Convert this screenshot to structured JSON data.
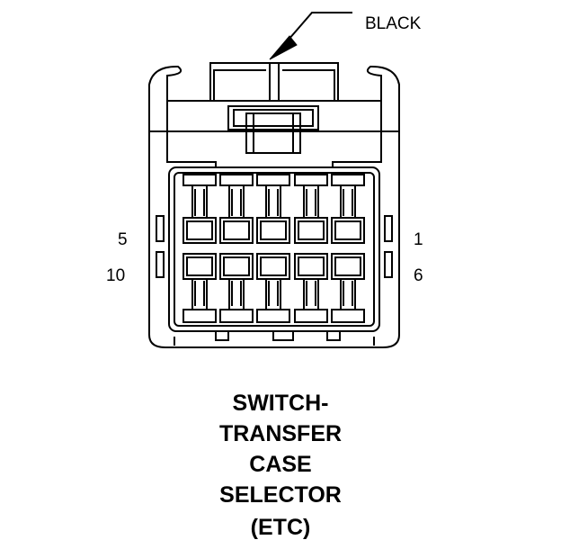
{
  "callout": {
    "label": "BLACK"
  },
  "pins": {
    "top_left": "5",
    "top_right": "1",
    "bottom_left": "10",
    "bottom_right": "6"
  },
  "title": {
    "lines": [
      "SWITCH-",
      "TRANSFER",
      "CASE",
      "SELECTOR",
      "(ETC)"
    ]
  },
  "colors": {
    "ink": "#000000",
    "background": "#ffffff"
  }
}
